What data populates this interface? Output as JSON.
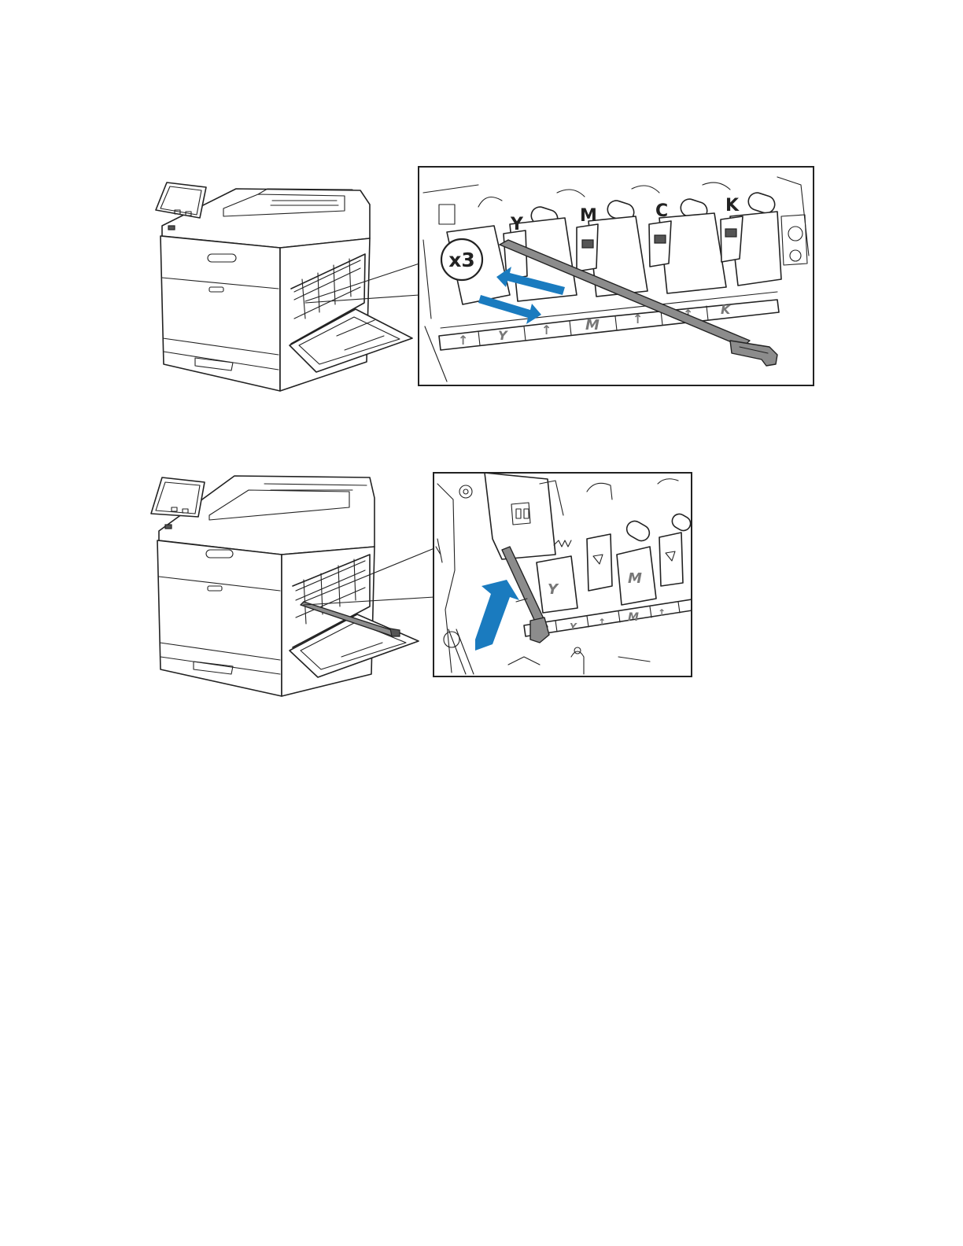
{
  "figure_1": {
    "repeat_badge": "x3",
    "color_labels": [
      "Y",
      "M",
      "C",
      "K"
    ],
    "slot_labels": [
      "Y",
      "M",
      "K"
    ],
    "arrow_color": "#1a7bbf"
  },
  "figure_2": {
    "slot_labels": [
      "Y",
      "M",
      "Y",
      "M"
    ],
    "arrow_color": "#1a7bbf"
  }
}
